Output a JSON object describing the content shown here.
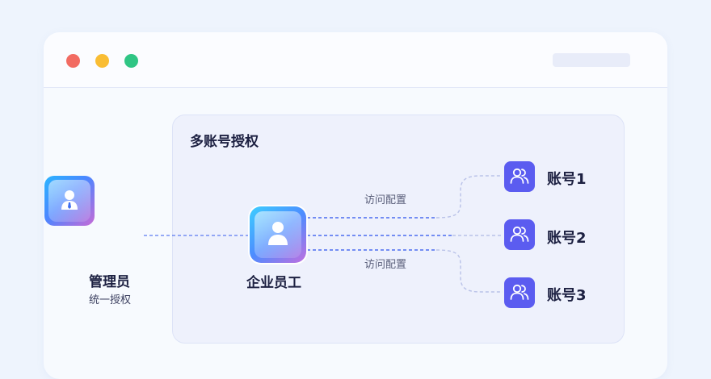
{
  "window": {
    "controls": [
      "close",
      "minimize",
      "maximize"
    ]
  },
  "panel": {
    "title": "多账号授权"
  },
  "admin": {
    "label": "管理员",
    "sublabel": "统一授权",
    "icon": "admin-user-icon"
  },
  "employee": {
    "label": "企业员工",
    "icon": "employee-user-icon"
  },
  "links": {
    "top_label": "访问配置",
    "bottom_label": "访问配置"
  },
  "accounts": [
    {
      "label": "账号1",
      "icon": "users-icon"
    },
    {
      "label": "账号2",
      "icon": "users-icon"
    },
    {
      "label": "账号3",
      "icon": "users-icon"
    }
  ],
  "colors": {
    "accent": "#5b5cf0",
    "line": "#4a6cf0",
    "line_faint": "#b9c2e8"
  }
}
